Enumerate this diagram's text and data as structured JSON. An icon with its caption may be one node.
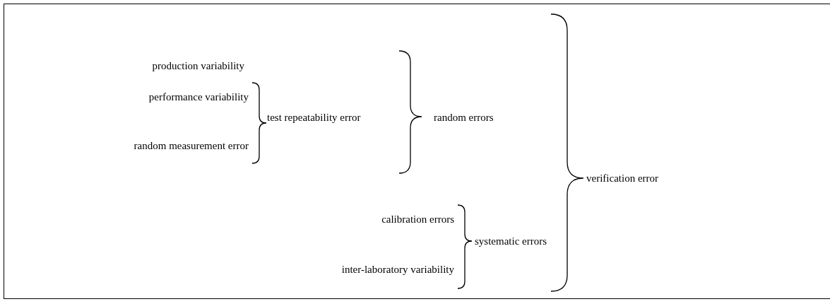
{
  "diagram": {
    "labels": [
      "production variability",
      "performance variability",
      "test repeatability error",
      "random errors",
      "random measurement error",
      "verification error",
      "calibration errors",
      "systematic errors",
      "inter-laboratory variability"
    ]
  }
}
